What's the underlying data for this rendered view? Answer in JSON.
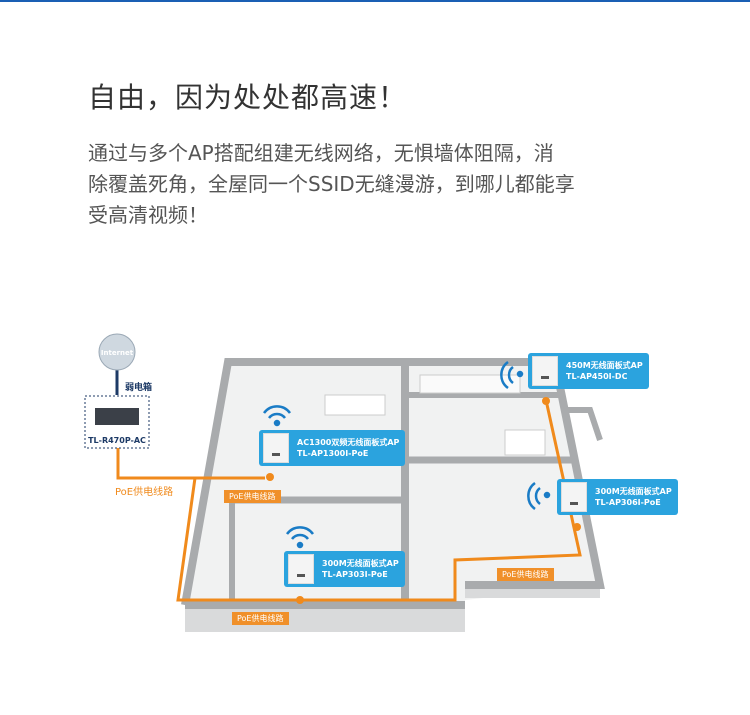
{
  "heading": "自由，因为处处都高速！",
  "paragraph": [
    "通过与多个AP搭配组建无线网络，无惧墙体阻隔，消",
    "除覆盖死角，全屋同一个SSID无缝漫游，到哪儿都能享",
    "受高清视频！"
  ],
  "diagram": {
    "internet": "Internet",
    "weak_box": "弱电箱",
    "switch_model": "TL-R470P-AC",
    "poe_line": "PoE供电线路",
    "poe_tag": "PoE供电线路",
    "aps": [
      {
        "name": "AC1300双频无线面板式AP",
        "model": "TL-AP1300I-PoE"
      },
      {
        "name": "450M无线面板式AP",
        "model": "TL-AP450I-DC"
      },
      {
        "name": "300M无线面板式AP",
        "model": "TL-AP306I-PoE"
      },
      {
        "name": "300M无线面板式AP",
        "model": "TL-AP303I-PoE"
      }
    ],
    "colors": {
      "accent": "#2ba3de",
      "poe": "#f08a1c",
      "wall": "#a9abad"
    }
  }
}
